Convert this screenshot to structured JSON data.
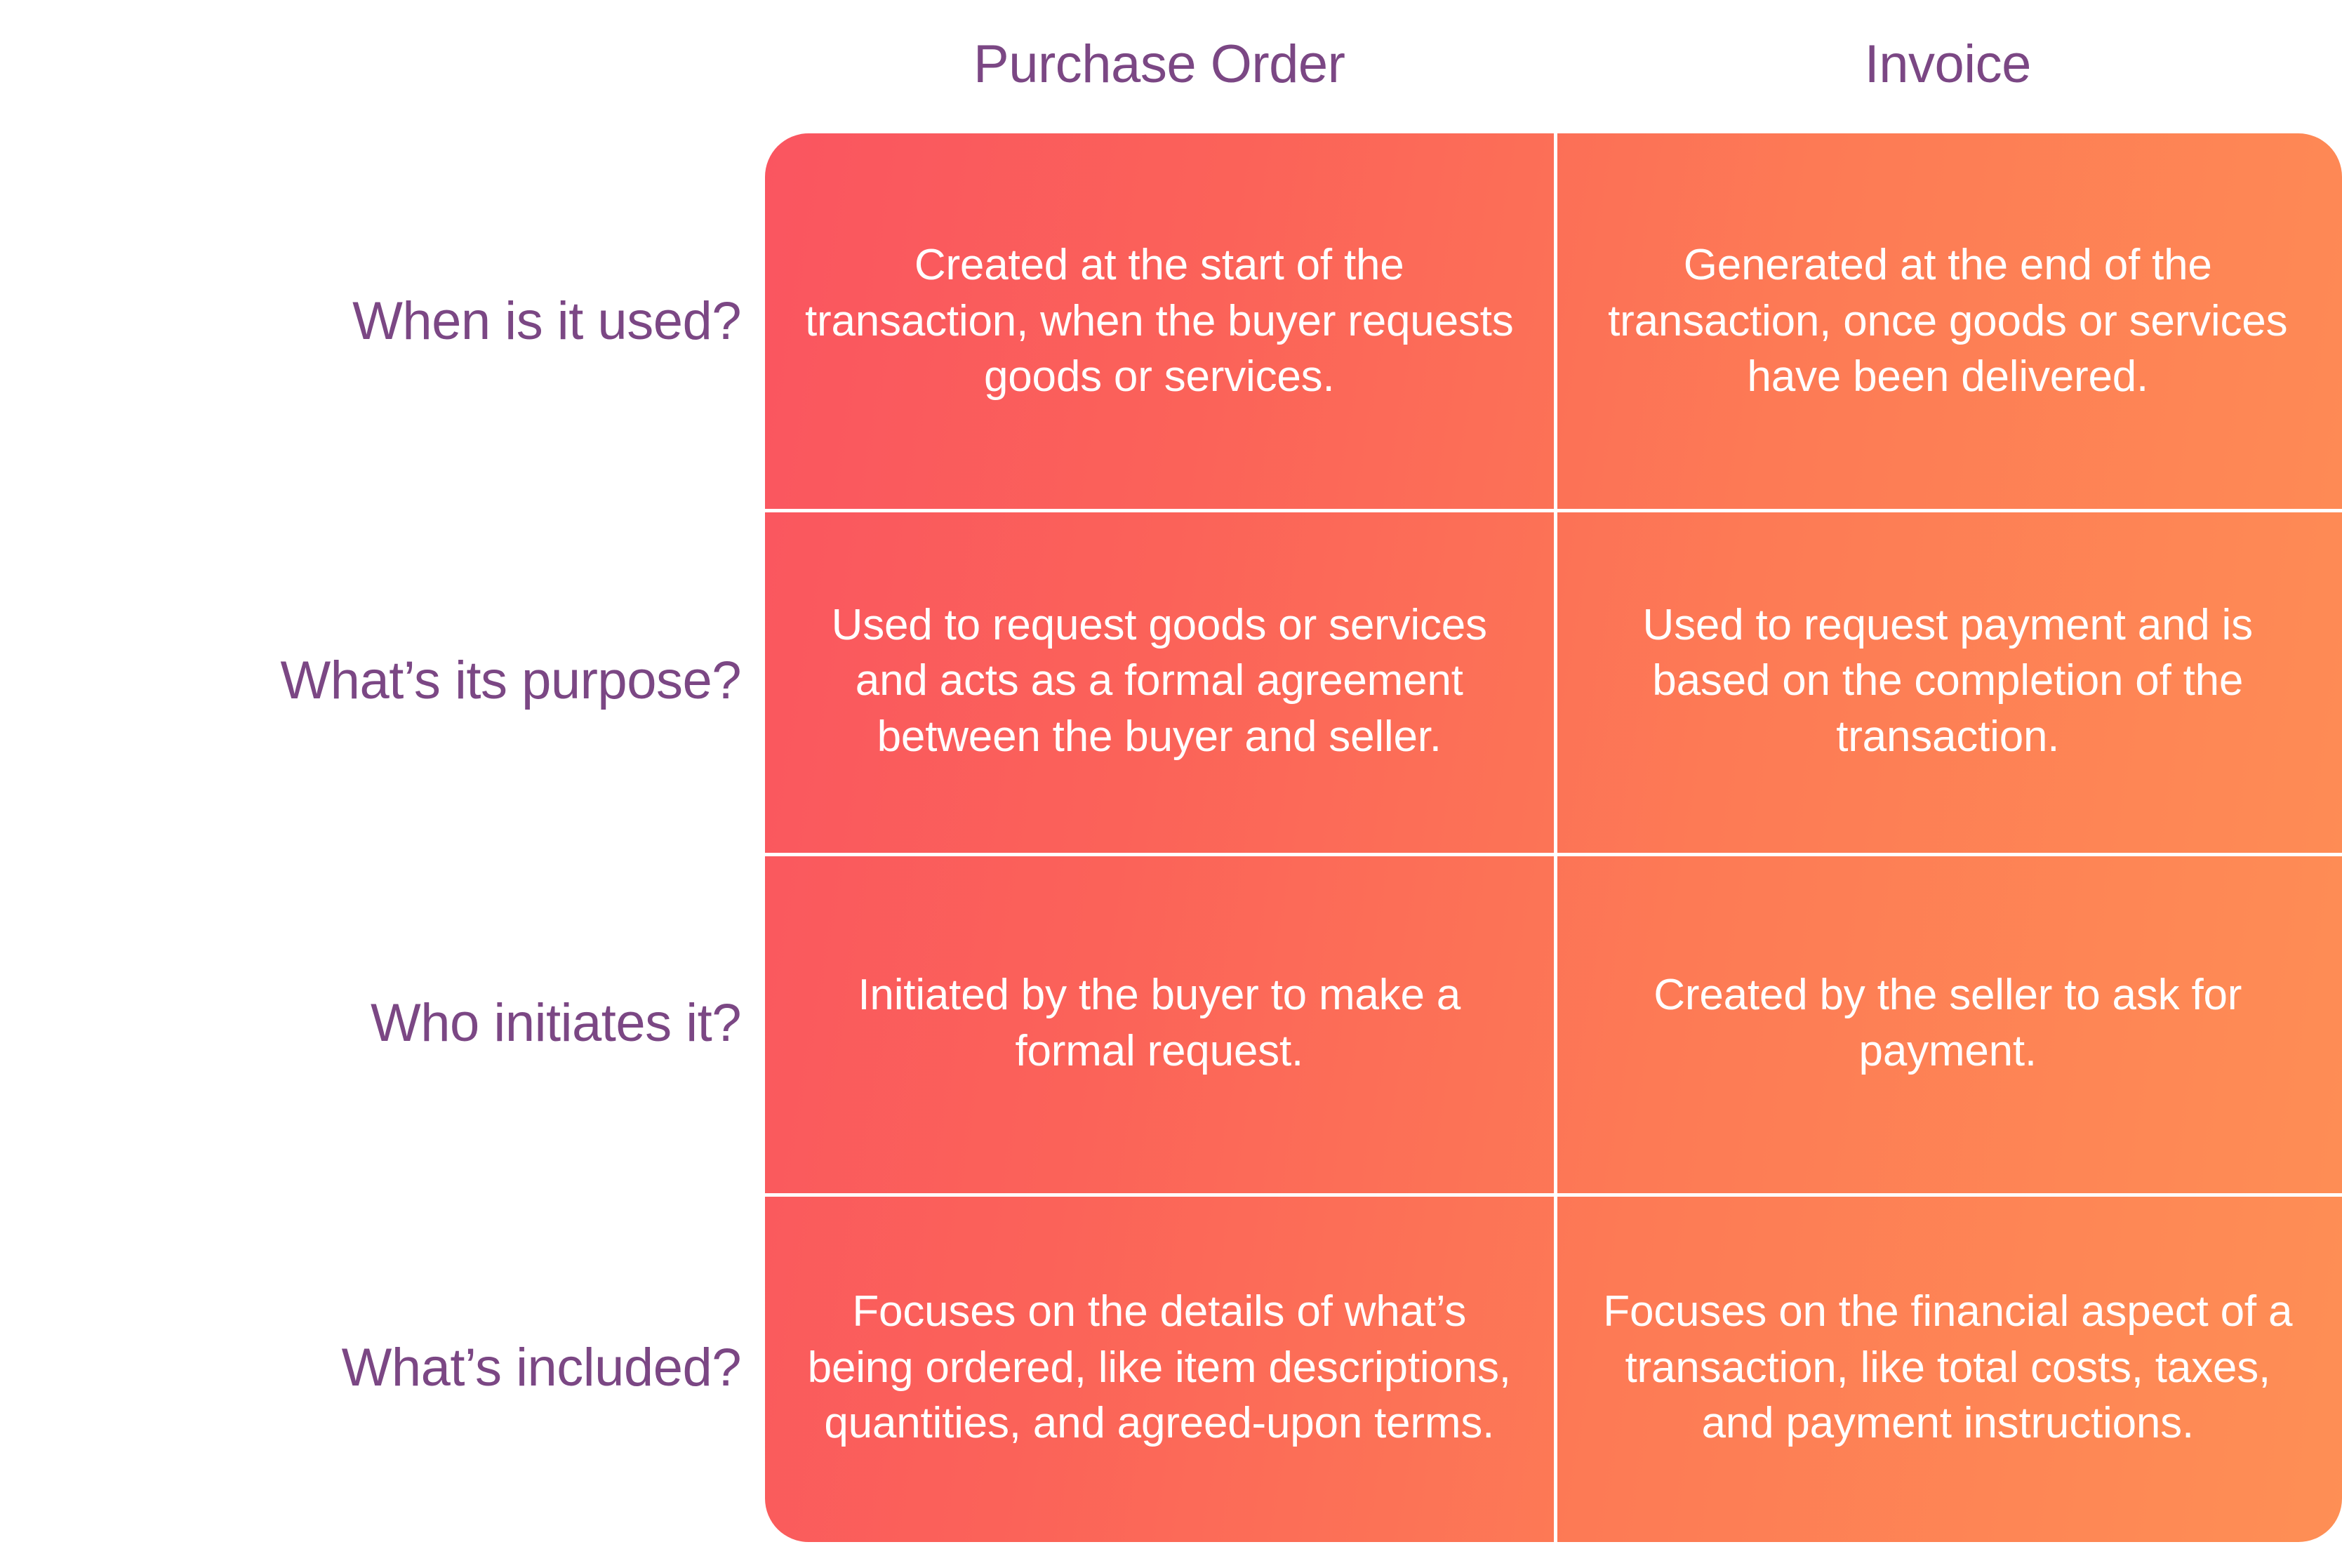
{
  "colors": {
    "header_text": "#7b4784",
    "row_label_text": "#7b4784",
    "cell_text": "#ffffff",
    "gradient_start": "#fa5560",
    "gradient_end": "#fe8f55",
    "grid_line": "#ffffff",
    "background": "#ffffff"
  },
  "table": {
    "columns": [
      {
        "label": "Purchase Order"
      },
      {
        "label": "Invoice"
      }
    ],
    "rows": [
      {
        "label": "When is it used?",
        "purchase_order": "Created at the start of the transaction, when the buyer requests goods or services.",
        "invoice": "Generated at the end of the transaction, once goods or services have been delivered."
      },
      {
        "label": "What’s its purpose?",
        "purchase_order": "Used to request goods or services and acts as a formal agreement between the buyer and seller.",
        "invoice": "Used to request payment and is based on the completion of the transaction."
      },
      {
        "label": "Who initiates it?",
        "purchase_order": "Initiated by the buyer to make a formal request.",
        "invoice": "Created by the seller to ask for payment."
      },
      {
        "label": "What’s included?",
        "purchase_order": "Focuses on the details of what’s being ordered, like item descriptions, quantities, and agreed-upon terms.",
        "invoice": "Focuses on the financial aspect of a transaction, like total costs, taxes, and payment instructions."
      }
    ]
  }
}
